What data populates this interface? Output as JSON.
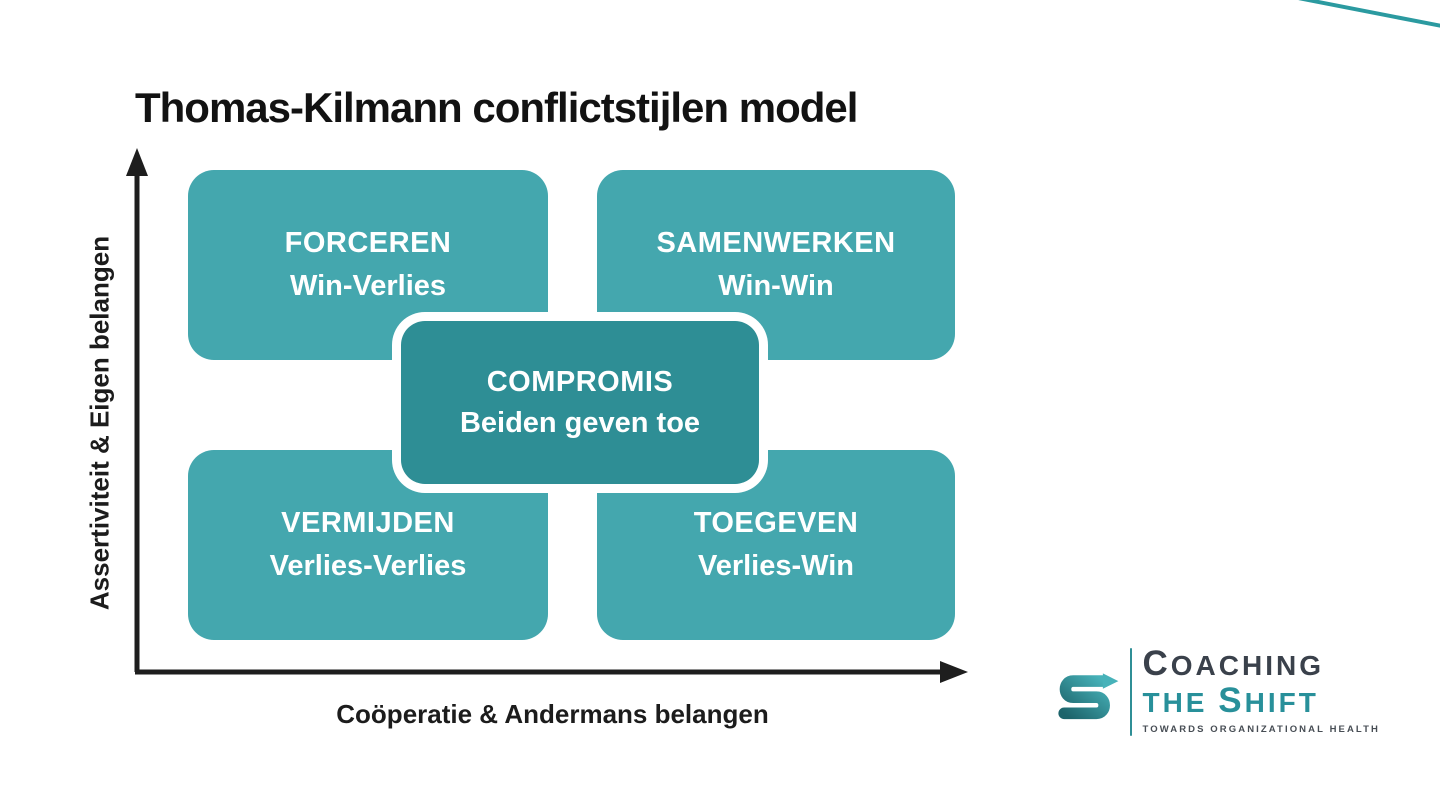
{
  "title": "Thomas-Kilmann conflictstijlen model",
  "axes": {
    "y_label": "Assertiviteit & Eigen belangen",
    "x_label": "Coöperatie & Andermans belangen"
  },
  "quadrants": [
    {
      "id": "forceren",
      "name": "FORCEREN",
      "outcome": "Win-Verlies"
    },
    {
      "id": "samenwerken",
      "name": "SAMENWERKEN",
      "outcome": "Win-Win"
    },
    {
      "id": "vermijden",
      "name": "VERMIJDEN",
      "outcome": "Verlies-Verlies"
    },
    {
      "id": "toegeven",
      "name": "TOEGEVEN",
      "outcome": "Verlies-Win"
    }
  ],
  "center": {
    "name": "COMPROMIS",
    "outcome": "Beiden geven toe"
  },
  "logo": {
    "coaching_initial": "C",
    "coaching_rest": "OACHING",
    "the": "THE ",
    "shift_initial": "S",
    "shift_rest": "HIFT",
    "tagline": "TOWARDS ORGANIZATIONAL HEALTH",
    "icon": "s-arrow-swoosh-icon"
  },
  "colors": {
    "quadrant_teal": "#44a7ae",
    "center_teal": "#2e8e95",
    "axis_black": "#1e1e1e",
    "title_black": "#121212",
    "logo_dark": "#3a414b",
    "logo_teal": "#28909a",
    "corner_accent": "#2b9aa0",
    "box_text": "#ffffff",
    "background": "#ffffff"
  }
}
